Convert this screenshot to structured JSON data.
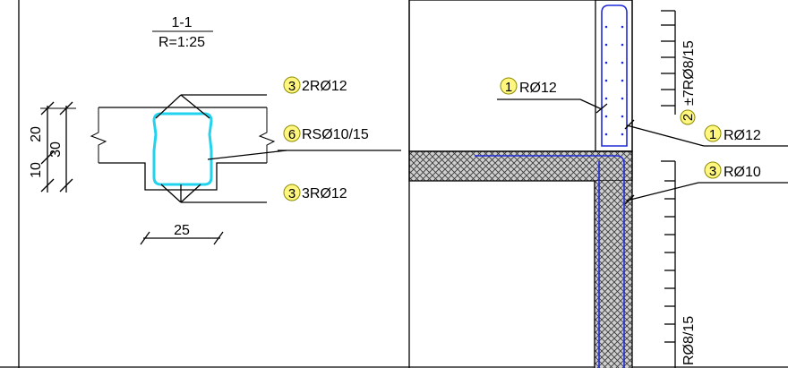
{
  "section": {
    "title": "1-1",
    "scale": "R=1:25",
    "dims": {
      "d10": "10",
      "d20": "20",
      "d30": "30",
      "d25": "25"
    },
    "callouts": [
      {
        "mark": "3",
        "text": "2RØ12"
      },
      {
        "mark": "6",
        "text": "RSØ10/15"
      },
      {
        "mark": "3",
        "text": "3RØ12"
      }
    ]
  },
  "elevation": {
    "callouts": [
      {
        "mark": "1",
        "text": "RØ12"
      },
      {
        "mark": "1",
        "text": "RØ12"
      },
      {
        "mark": "3",
        "text": "RØ10"
      }
    ],
    "stirrup_top": {
      "mark": "2",
      "text": "±7RØ8/15"
    },
    "stirrup_bottom": {
      "text": "RØ8/15"
    }
  },
  "colors": {
    "rebar_blue": "#1f2bd6",
    "rebar_cyan": "#22d3ee",
    "mark_fill": "#fff680"
  }
}
